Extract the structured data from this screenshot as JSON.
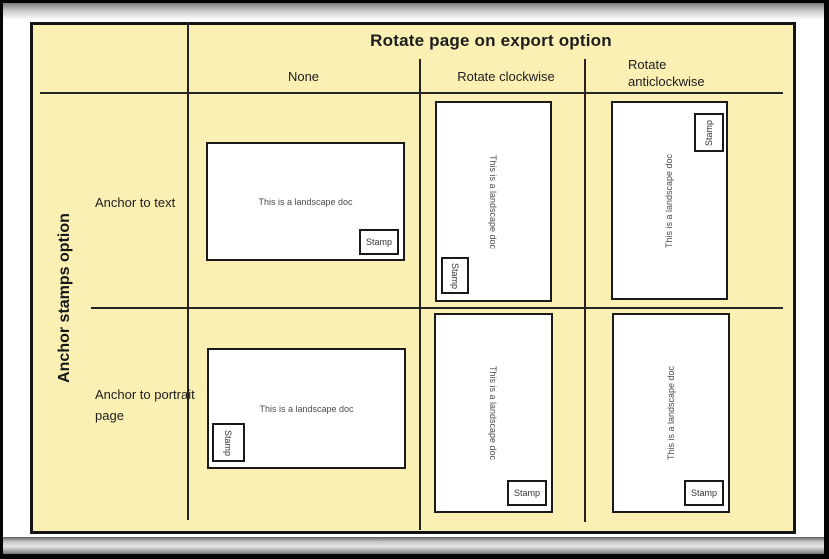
{
  "diagram": {
    "title": "Rotate page on export option",
    "row_axis_title": "Anchor stamps option",
    "columns": [
      {
        "label": "None"
      },
      {
        "label": "Rotate clockwise"
      },
      {
        "label": "Rotate anticlockwise"
      }
    ],
    "rows": [
      {
        "label": "Anchor to text"
      },
      {
        "label": "Anchor to portrait page"
      }
    ],
    "colors": {
      "board_background": "#FAF0B4",
      "line": "#1a1a1a",
      "page_fill": "#FFFFFF",
      "page_text": "#4A4A4A"
    },
    "cells": [
      {
        "row": "Anchor to text",
        "column": "None",
        "page_orientation": "landscape",
        "doc_text": "This is a landscape doc",
        "text_rotation": "none",
        "stamp": {
          "label": "Stamp",
          "position": "bottom-right",
          "rotation": "none"
        }
      },
      {
        "row": "Anchor to text",
        "column": "Rotate clockwise",
        "page_orientation": "portrait",
        "doc_text": "This is a landscape doc",
        "text_rotation": "clockwise",
        "stamp": {
          "label": "Stamp",
          "position": "bottom-left",
          "rotation": "clockwise"
        }
      },
      {
        "row": "Anchor to text",
        "column": "Rotate anticlockwise",
        "page_orientation": "portrait",
        "doc_text": "This is a landscape doc",
        "text_rotation": "anticlockwise",
        "stamp": {
          "label": "Stamp",
          "position": "top-right",
          "rotation": "anticlockwise"
        }
      },
      {
        "row": "Anchor to portrait page",
        "column": "None",
        "page_orientation": "landscape",
        "doc_text": "This is a landscape doc",
        "text_rotation": "none",
        "stamp": {
          "label": "Stamp",
          "position": "bottom-left",
          "rotation": "clockwise"
        }
      },
      {
        "row": "Anchor to portrait page",
        "column": "Rotate clockwise",
        "page_orientation": "portrait",
        "doc_text": "This is a landscape doc",
        "text_rotation": "clockwise",
        "stamp": {
          "label": "Stamp",
          "position": "bottom-right",
          "rotation": "none"
        }
      },
      {
        "row": "Anchor to portrait page",
        "column": "Rotate anticlockwise",
        "page_orientation": "portrait",
        "doc_text": "This is a landscape doc",
        "text_rotation": "anticlockwise",
        "stamp": {
          "label": "Stamp",
          "position": "bottom-right",
          "rotation": "none"
        }
      }
    ]
  }
}
